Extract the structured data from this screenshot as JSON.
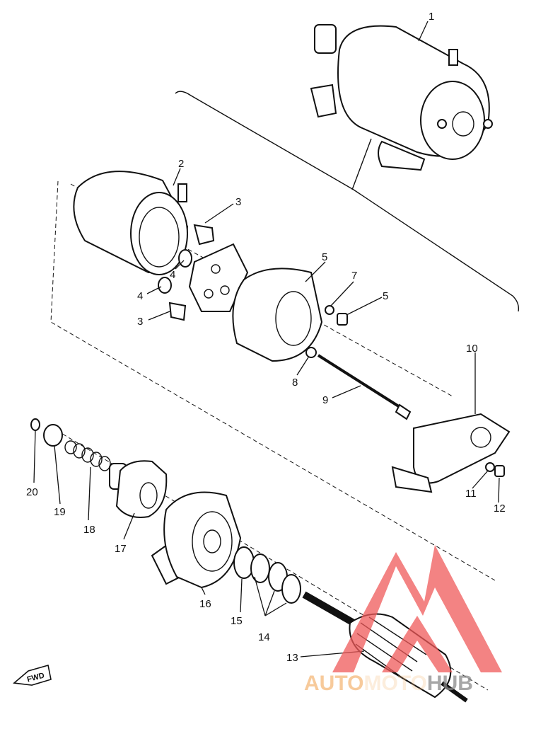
{
  "callouts": [
    "1",
    "2",
    "3",
    "3",
    "4",
    "4",
    "5",
    "5",
    "7",
    "8",
    "9",
    "10",
    "11",
    "12",
    "13",
    "14",
    "15",
    "16",
    "17",
    "18",
    "19",
    "20"
  ],
  "fwd_label": "FWD",
  "watermark": {
    "part1": "AUTO",
    "part2": "MOTO",
    "part3": "HUB",
    "color_orange": "#f5b97a",
    "color_gray": "#8a8a8a",
    "color_red": "#f05a5a"
  }
}
